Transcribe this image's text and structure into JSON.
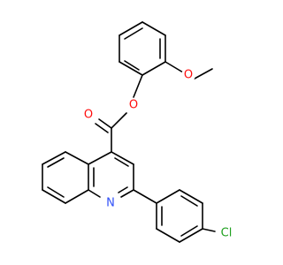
{
  "molecule": {
    "atoms": {
      "o_ester_single": {
        "label": "O",
        "color": "#ff0d0d"
      },
      "o_carbonyl": {
        "label": "O",
        "color": "#ff0d0d"
      },
      "o_methoxy": {
        "label": "O",
        "color": "#ff0d0d"
      },
      "n_ring": {
        "label": "N",
        "color": "#3050f8"
      },
      "cl_substituent": {
        "label": "Cl",
        "color": "#1fa01f"
      }
    }
  }
}
